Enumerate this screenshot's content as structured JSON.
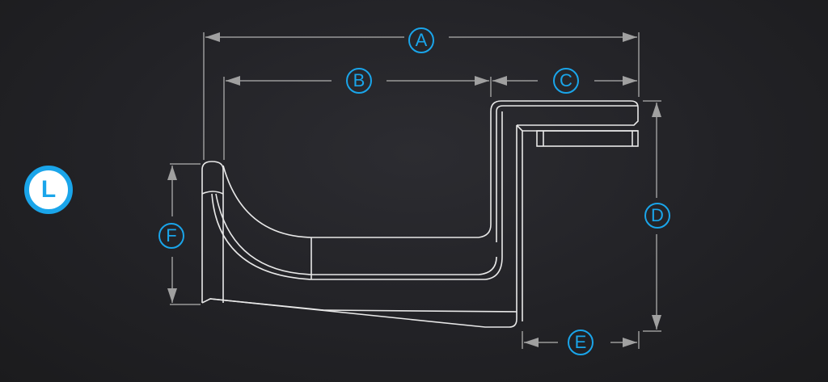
{
  "badge": "L",
  "dimensions": {
    "A": "A",
    "B": "B",
    "C": "C",
    "D": "D",
    "E": "E",
    "F": "F"
  },
  "colors": {
    "accent": "#1aa5ea",
    "line": "#e8e8e8",
    "dim": "#9a9a9a"
  }
}
